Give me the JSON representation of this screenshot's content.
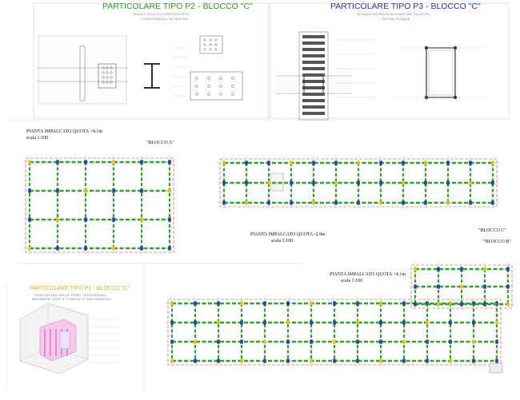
{
  "drawing": {
    "p2": {
      "title": "PARTICOLARE TIPO P2 - BLOCCO \"C\"",
      "subtitle_1": "NUOVI TELAI DI CONTROVENTO",
      "subtitle_2": "LONGITUDINALI IN HEA 300"
    },
    "p3": {
      "title": "PARTICOLARE TIPO P3 - BLOCCO \"C\"",
      "subtitle_1": "INCAMICIATURA IN ACCIAIO DEI PILASTRI",
      "subtitle_2": "- BETON PLAQUE -"
    },
    "p1": {
      "title": "PARTICOLARE TIPO P1 - BLOCCO \"C\"",
      "subtitle_1": "FASCIATURA DELLE TRAVI TRASVERSALI",
      "subtitle_2": "MEDIANTE CFRP E COMPLETO ANCORAGGIO"
    },
    "plan_a": {
      "title": "PIANTA IMPALCATO QUOTA +4.1m",
      "scale": "scala 1:100",
      "block": "\"BLOCCO A\""
    },
    "plan_c": {
      "title": "PIANTA IMPALCATO QUOTA -2.9m",
      "scale": "scala 1:100",
      "block": "\"BLOCCO C\""
    },
    "plan_b": {
      "title": "PIANTA IMPALCATO QUOTA +4.1m",
      "scale": "scala 1:100",
      "block": "\"BLOCCO B\""
    }
  },
  "colors": {
    "beam_green": "#2aa52a",
    "column_blue": "#2b3fb0",
    "column_yellow": "#e8c11a",
    "boundary_red": "#e03030",
    "grid_gray": "#9a9a9a"
  }
}
